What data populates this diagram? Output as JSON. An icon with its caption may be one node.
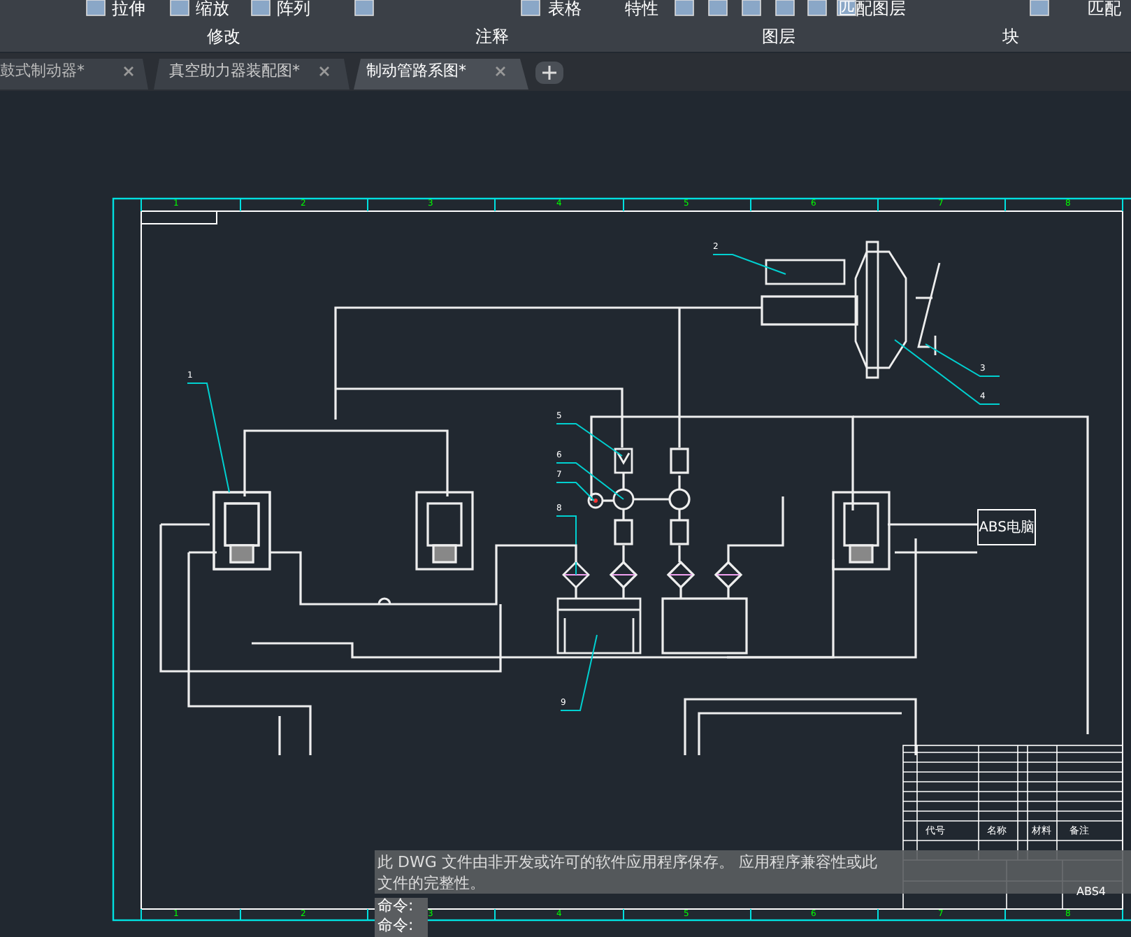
{
  "diagram": {
    "nodes": [
      {
        "text": [
          "1"
        ]
      },
      {
        "text": [],
        "shape": "picture"
      },
      {
        "text": [
          "2"
        ]
      },
      {
        "text": [],
        "shape": "box"
      },
      {
        "text": [
          "3"
        ]
      },
      {
        "text": [],
        "shape": "picture"
      },
      {
        "text": [
          "4"
        ]
      },
      {
        "text": [],
        "shape": "picture"
      },
      {
        "text": [
          "5"
        ]
      },
      {
        "text": [],
        "shape": "picture"
      },
      {
        "text": [
          "6"
        ]
      },
      {
        "text": [],
        "shape": "circle"
      },
      {
        "text": [
          "7"
        ]
      },
      {
        "text": [],
        "shape": "circle"
      },
      {
        "text": [
          "8"
        ]
      },
      {
        "text": [],
        "shape": "diamond"
      },
      {
        "text": [
          "9"
        ]
      },
      {
        "text": [],
        "shape": "picture"
      },
      {
        "text": [
          "ABS电脑"
        ]
      }
    ],
    "edges": [
      {
        "from": 0,
        "to": 1,
        "arrow": "none"
      },
      {
        "from": 2,
        "to": 3,
        "arrow": "none"
      },
      {
        "from": 4,
        "to": 5,
        "arrow": "none"
      },
      {
        "from": 6,
        "to": 7,
        "arrow": "none"
      },
      {
        "from": 8,
        "to": 9,
        "arrow": "none"
      },
      {
        "from": 10,
        "to": 13,
        "arrow": "none"
      },
      {
        "from": 12,
        "to": 11,
        "arrow": "none"
      },
      {
        "from": 14,
        "to": 15,
        "arrow": "none"
      },
      {
        "from": 16,
        "to": 17,
        "arrow": "none"
      },
      {
        "from": 9,
        "to": 13,
        "arrow": "none",
        "color": "#eeeeee"
      },
      {
        "from": 11,
        "to": 13,
        "arrow": "none",
        "color": "#eeeeee"
      },
      {
        "from": 15,
        "to": 17,
        "arrow": "none",
        "color": "#eeeeee"
      },
      {
        "from": 1,
        "to": 15,
        "arrow": "none",
        "color": "#eeeeee"
      }
    ],
    "labels": [
      "拉伸",
      "缩放",
      "阵列",
      "表格",
      "特性",
      "匹配图层",
      "匹配",
      "修改",
      "注释",
      "图层",
      "块",
      "鼓式制动器*",
      "真空助力器装配图*",
      "制动管路系图*",
      "1",
      "2",
      "3",
      "4",
      "5",
      "6",
      "7",
      "8",
      "代号",
      "名称",
      "材料",
      "备注",
      "ABS4",
      "此 DWG 文件由非开发或许可的软件应用程序保存。 应用程序兼容性或此文件的完整性。",
      "命令:",
      "1",
      "2",
      "3",
      "4",
      "5",
      "6",
      "7",
      "8",
      "命令:"
    ]
  }
}
